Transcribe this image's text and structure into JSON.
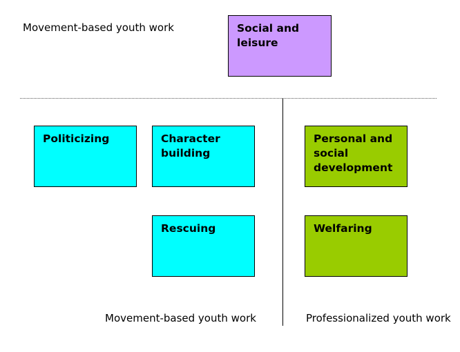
{
  "labels": {
    "top_left": "Movement-based youth work",
    "bottom_left": "Movement-based youth work",
    "bottom_right": "Professionalized youth work"
  },
  "boxes": {
    "social_leisure": "Social and leisure",
    "politicizing": "Politicizing",
    "character_building": "Character building",
    "rescuing": "Rescuing",
    "personal_social_development": "Personal and social development",
    "welfaring": "Welfaring"
  },
  "colors": {
    "purple": "#cc99ff",
    "cyan": "#00ffff",
    "green": "#99cc00"
  }
}
